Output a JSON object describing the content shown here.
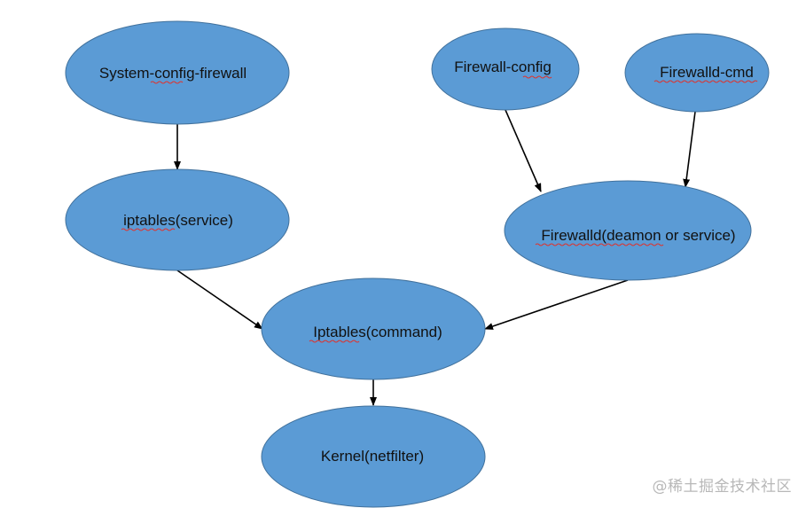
{
  "nodes": [
    {
      "id": "system-config-firewall",
      "label": "System-config-firewall"
    },
    {
      "id": "firewall-config",
      "label": "Firewall-config"
    },
    {
      "id": "firewalld-cmd",
      "label": "Firewalld-cmd"
    },
    {
      "id": "iptables-service",
      "label": "iptables(service)"
    },
    {
      "id": "firewalld-daemon",
      "label": "Firewalld(deamon or service)"
    },
    {
      "id": "iptables-command",
      "label": "Iptables(command)"
    },
    {
      "id": "kernel-netfilter",
      "label": "Kernel(netfilter)"
    }
  ],
  "edges": [
    {
      "from": "system-config-firewall",
      "to": "iptables-service"
    },
    {
      "from": "firewall-config",
      "to": "firewalld-daemon"
    },
    {
      "from": "firewalld-cmd",
      "to": "firewalld-daemon"
    },
    {
      "from": "iptables-service",
      "to": "iptables-command"
    },
    {
      "from": "firewalld-daemon",
      "to": "iptables-command"
    },
    {
      "from": "iptables-command",
      "to": "kernel-netfilter"
    }
  ],
  "colors": {
    "node_fill": "#5b9bd5",
    "node_stroke": "#41719c",
    "edge": "#000000",
    "spellcheck_underline": "#e0322b",
    "watermark": "#b8b8b8"
  },
  "watermark": "@稀土掘金技术社区"
}
